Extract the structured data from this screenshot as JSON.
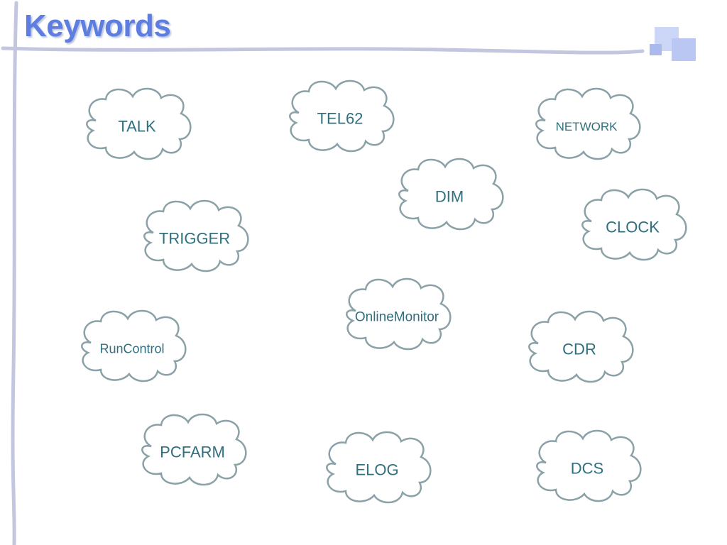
{
  "slide": {
    "title": "Keywords"
  },
  "colors": {
    "title": "#5d7ee0",
    "cloud_stroke": "#8aa1a7",
    "cloud_text": "#2f6f7e",
    "rule": "#c2c6df",
    "logo_light": "#ccd6f6",
    "logo_dark": "#aab9ee"
  },
  "keywords": [
    {
      "id": "talk",
      "label": "TALK"
    },
    {
      "id": "tel62",
      "label": "TEL62"
    },
    {
      "id": "network",
      "label": "NETWORK"
    },
    {
      "id": "dim",
      "label": "DIM"
    },
    {
      "id": "clock",
      "label": "CLOCK"
    },
    {
      "id": "trigger",
      "label": "TRIGGER"
    },
    {
      "id": "onlinemonitor",
      "label": "OnlineMonitor"
    },
    {
      "id": "runcontrol",
      "label": "RunControl"
    },
    {
      "id": "cdr",
      "label": "CDR"
    },
    {
      "id": "pcfarm",
      "label": "PCFARM"
    },
    {
      "id": "elog",
      "label": "ELOG"
    },
    {
      "id": "dcs",
      "label": "DCS"
    }
  ]
}
